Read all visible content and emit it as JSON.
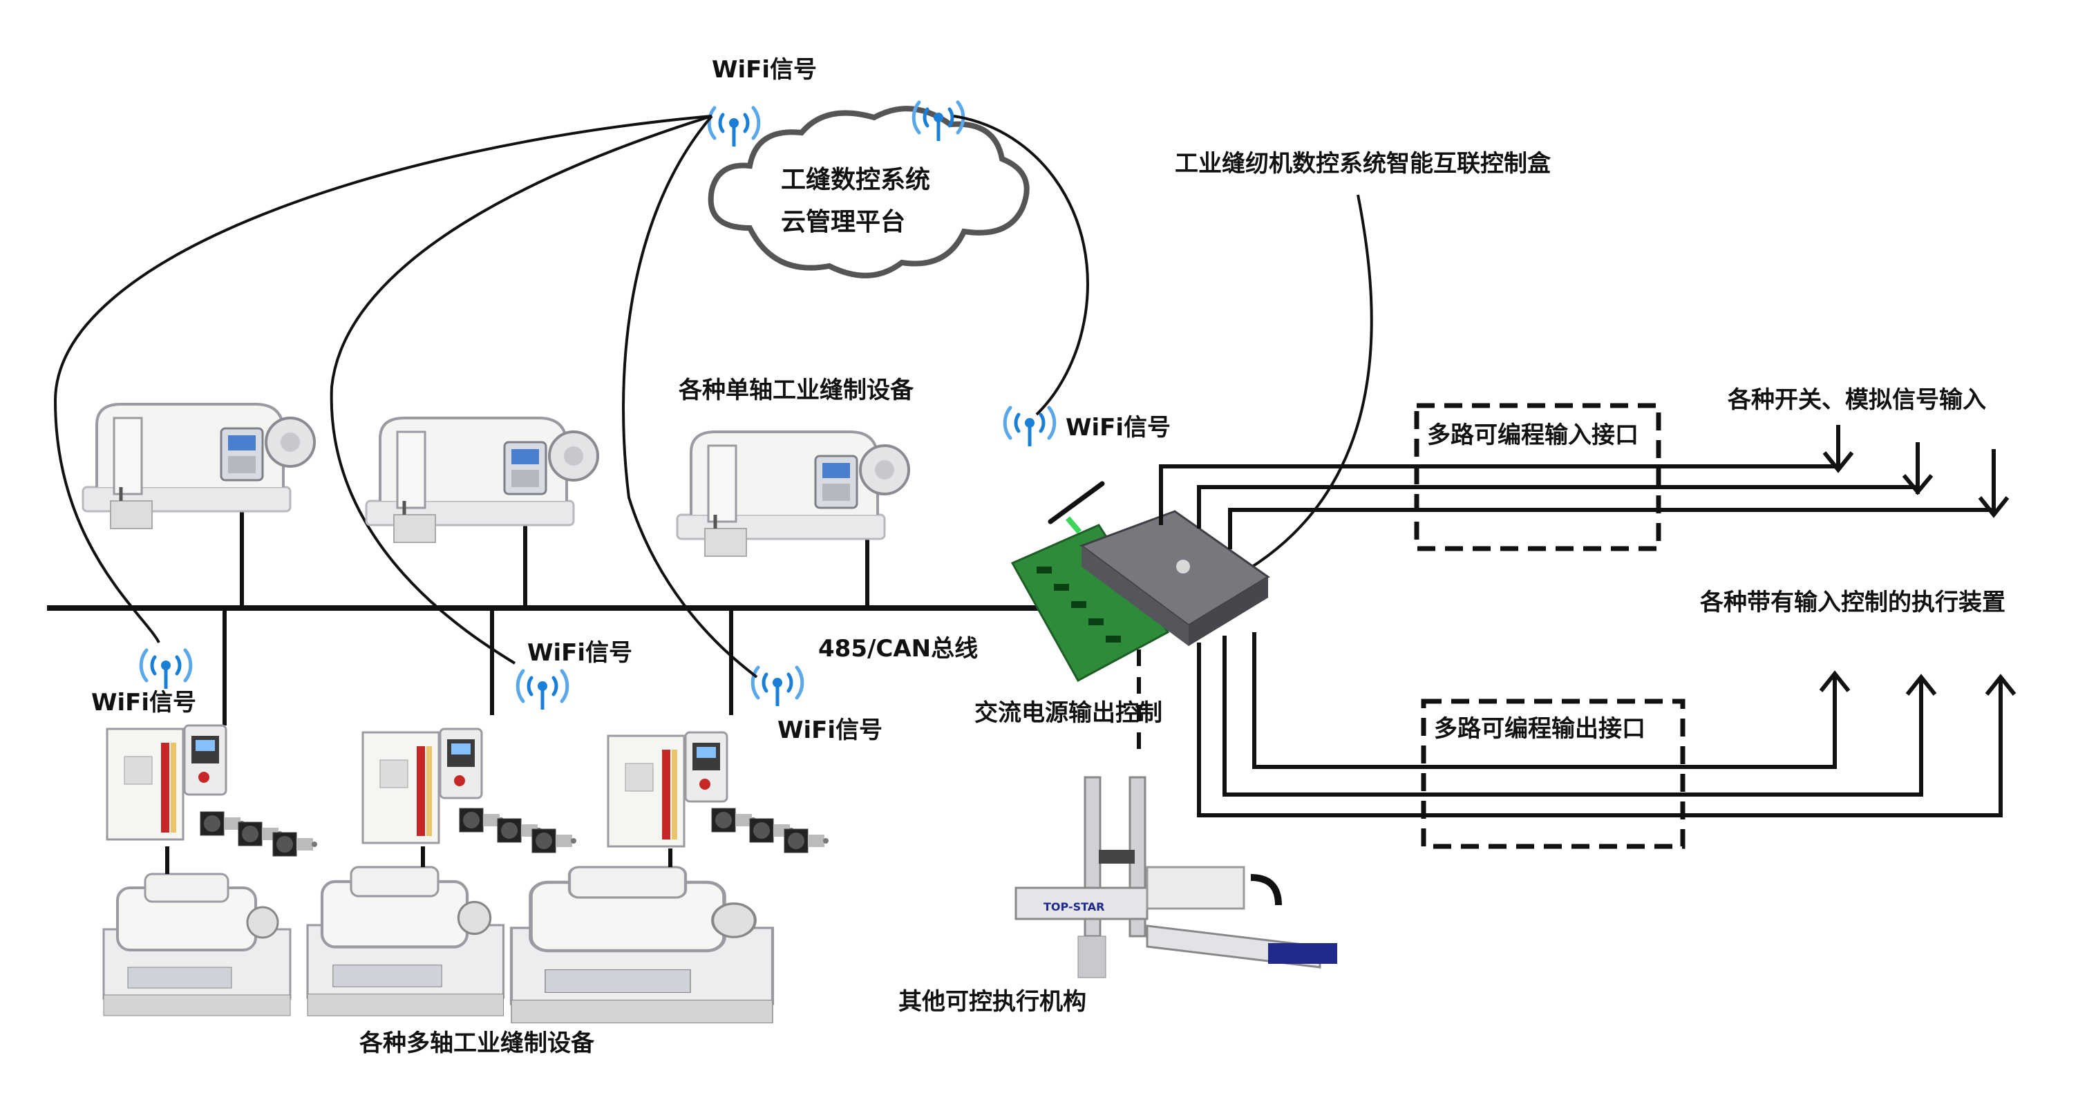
{
  "labels": {
    "wifi": "WiFi信号",
    "cloud_line1": "工缝数控系统",
    "cloud_line2": "云管理平台",
    "control_box": "工业缝纫机数控系统智能互联控制盒",
    "single_axis": "各种单轴工业缝制设备",
    "multi_axis": "各种多轴工业缝制设备",
    "bus": "485/CAN总线",
    "ac_output": "交流电源输出控制",
    "other_actuators": "其他可控执行机构",
    "input_port": "多路可编程输入接口",
    "output_port": "多路可编程输出接口",
    "inputs": "各种开关、模拟信号输入",
    "actuators": "各种带有输入控制的执行装置"
  },
  "devices": {
    "single_axis_machines": [
      "sewing-machine-1",
      "sewing-machine-2",
      "sewing-machine-3"
    ],
    "multi_axis_machines": [
      "pattern-sewer-1",
      "pattern-sewer-2",
      "pattern-sewer-3"
    ],
    "robot_brand": "TOP-STAR"
  },
  "colors": {
    "line": "#111111",
    "wifi_blue": "#1a7fd6",
    "board_green": "#2e8b3a",
    "box_gray": "#6e6f74",
    "accent_red": "#c62828"
  }
}
